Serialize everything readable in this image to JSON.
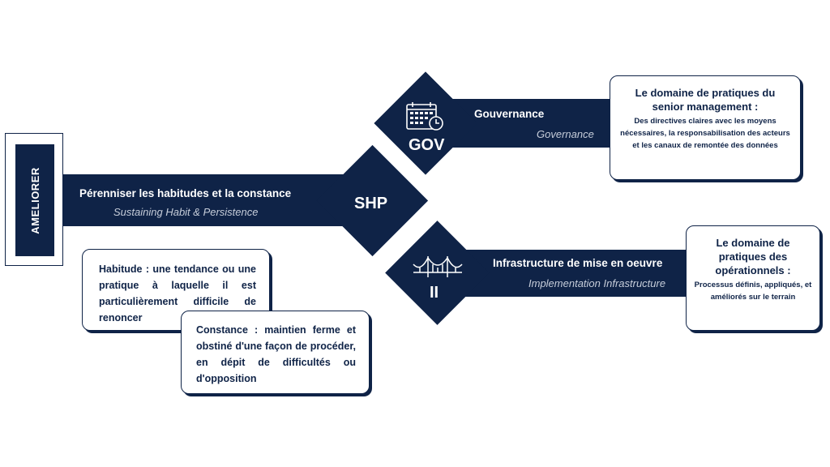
{
  "ameliorer": {
    "label": "AMELIORER"
  },
  "shp": {
    "code": "SHP",
    "title": "Pérenniser les habitudes et la constance",
    "subtitle": "Sustaining Habit & Persistence"
  },
  "gov": {
    "code": "GOV",
    "title": "Gouvernance",
    "subtitle": "Governance",
    "icon": "calendar-clock-icon",
    "card": {
      "heading": "Le domaine de pratiques du senior management :",
      "body": "Des directives claires avec les moyens nécessaires, la responsabilisation des acteurs et les canaux de remontée des données"
    }
  },
  "imp": {
    "code": "II",
    "title": "Infrastructure de mise en oeuvre",
    "subtitle": "Implementation Infrastructure",
    "icon": "bridge-icon",
    "card": {
      "heading": "Le domaine de pratiques des opérationnels :",
      "body": "Processus définis, appliqués, et améliorés sur le terrain"
    }
  },
  "definitions": {
    "habitude": "Habitude : une tendance ou une pratique à laquelle il est particulièrement difficile de renoncer",
    "constance": "Constance : maintien ferme et obstiné d'une façon de procéder, en dépit de difficultés ou d'opposition"
  },
  "colors": {
    "navy": "#0f2347",
    "subtitle": "#c6cdda",
    "background": "#ffffff"
  }
}
